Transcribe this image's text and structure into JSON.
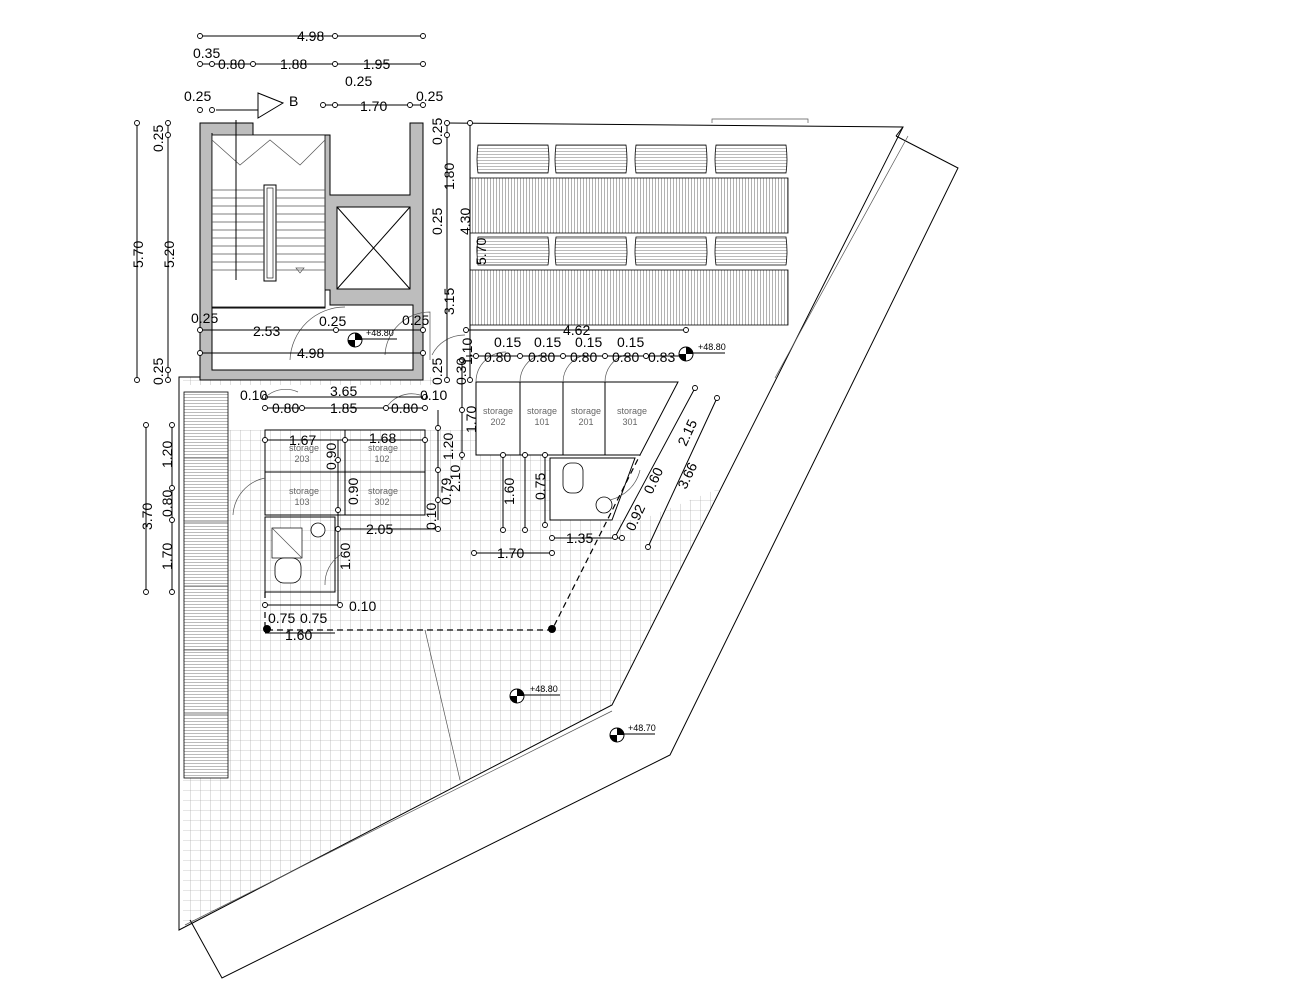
{
  "section_marker": "B",
  "dimensions": [
    "4.98",
    "0.35",
    "0.80",
    "1.88",
    "1.95",
    "0.25",
    "1.70",
    "0.25",
    "0.25",
    "0.25",
    "5.70",
    "5.20",
    "0.25",
    "1.80",
    "0.25",
    "4.30",
    "5.70",
    "3.15",
    "0.25",
    "2.53",
    "0.25",
    "0.25",
    "4.98",
    "0.25",
    "0.25",
    "0.30",
    "1.10",
    "4.62",
    "0.15",
    "0.15",
    "0.15",
    "0.15",
    "0.80",
    "0.80",
    "0.80",
    "0.80",
    "0.83",
    "3.65",
    "0.10",
    "0.80",
    "1.85",
    "0.80",
    "0.10",
    "1.70",
    "1.67",
    "1.68",
    "1.20",
    "0.90",
    "2.10",
    "0.90",
    "0.79",
    "0.10",
    "2.05",
    "1.60",
    "0.75",
    "1.70",
    "1.35",
    "2.15",
    "0.60",
    "0.92",
    "3.66",
    "1.20",
    "0.80",
    "3.70",
    "1.70",
    "1.60",
    "0.10",
    "0.75",
    "0.75",
    "1.60"
  ],
  "rooms": [
    {
      "name": "storage",
      "number": "202"
    },
    {
      "name": "storage",
      "number": "101"
    },
    {
      "name": "storage",
      "number": "201"
    },
    {
      "name": "storage",
      "number": "301"
    },
    {
      "name": "storage",
      "number": "203"
    },
    {
      "name": "storage",
      "number": "102"
    },
    {
      "name": "storage",
      "number": "103"
    },
    {
      "name": "storage",
      "number": "302"
    }
  ],
  "levels": [
    "+48.80",
    "+48.80",
    "+48.80",
    "+48.70"
  ]
}
